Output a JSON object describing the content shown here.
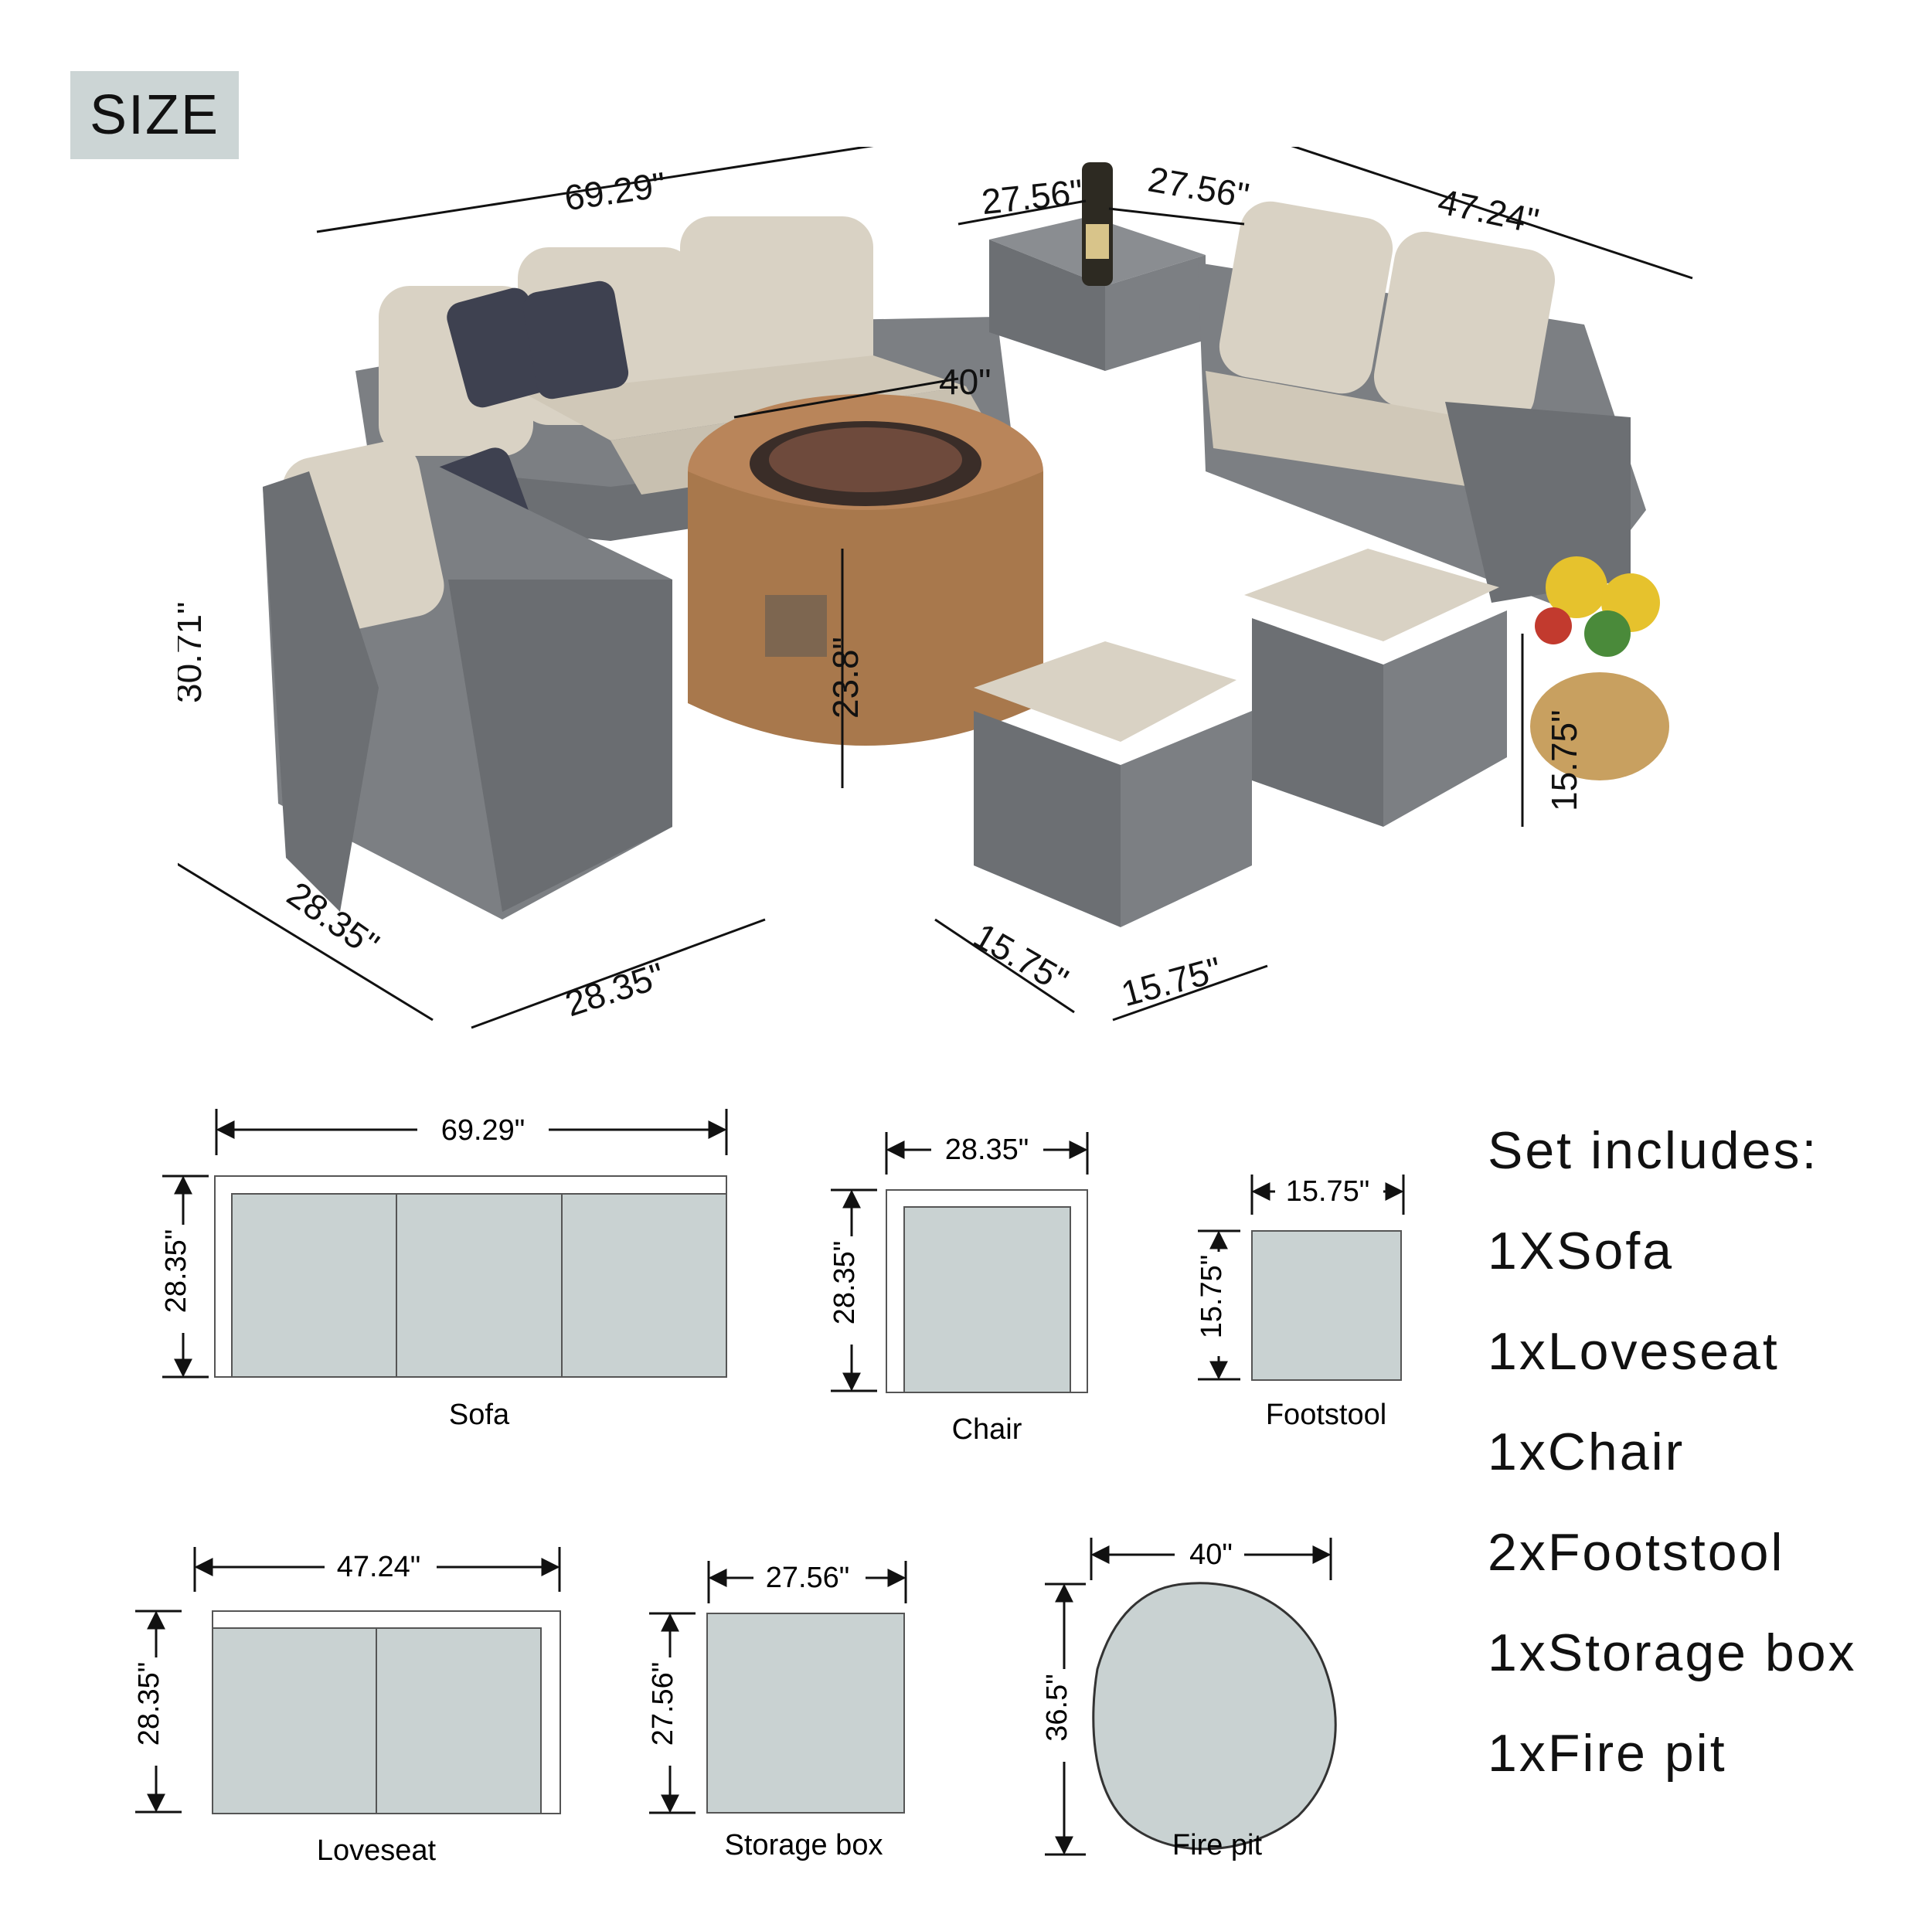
{
  "badge": "SIZE",
  "photo_dims": {
    "sofa_width": "69.29\"",
    "storage_left": "27.56\"",
    "storage_right": "27.56\"",
    "loveseat_width": "47.24\"",
    "firepit_dia": "40\"",
    "height": "30.71\"",
    "firepit_height": "23.8\"",
    "chair_depth": "28.35\"",
    "chair_width": "28.35\"",
    "stool_depth": "15.75\"",
    "stool_width": "15.75\"",
    "stool_height": "15.75\""
  },
  "plans": {
    "sofa": {
      "label": "Sofa",
      "width": "69.29\"",
      "depth": "28.35\""
    },
    "chair": {
      "label": "Chair",
      "width": "28.35\"",
      "depth": "28.35\""
    },
    "footstool": {
      "label": "Footstool",
      "width": "15.75\"",
      "depth": "15.75\""
    },
    "loveseat": {
      "label": "Loveseat",
      "width": "47.24\"",
      "depth": "28.35\""
    },
    "storage": {
      "label": "Storage box",
      "width": "27.56\"",
      "depth": "27.56\""
    },
    "firepit": {
      "label": "Fire pit",
      "width": "40\"",
      "depth": "36.5\""
    }
  },
  "set_includes": {
    "title": "Set includes:",
    "items": [
      "1XSofa",
      "1xLoveseat",
      "1xChair",
      "2xFootstool",
      "1xStorage box",
      "1xFire pit"
    ]
  },
  "colors": {
    "plan_fill": "#c9d2d2",
    "badge_bg": "#ccd5d5",
    "wicker": "#7c7f83",
    "cushion": "#d9d2c4",
    "wood": "#a8784c"
  }
}
